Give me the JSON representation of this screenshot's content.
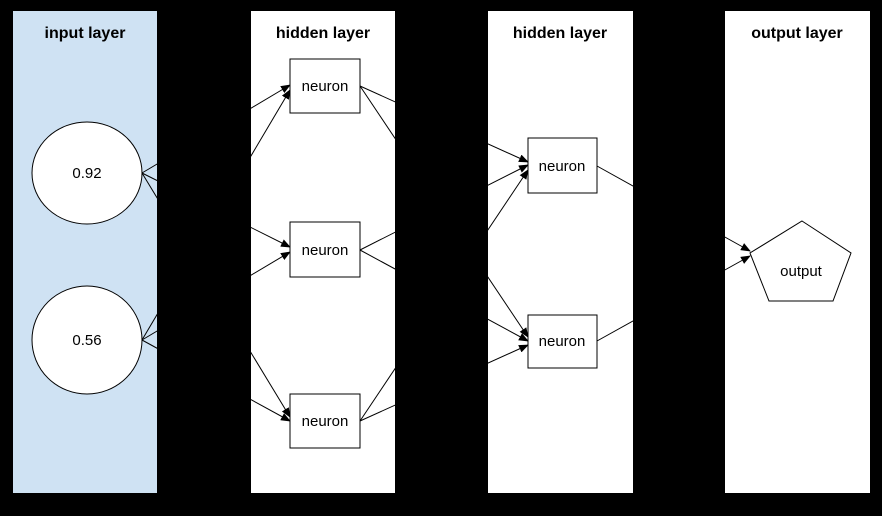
{
  "diagram": {
    "background": "#000000",
    "edge_color": "#000000",
    "node_fill": "#ffffff",
    "layers": [
      {
        "title": "input layer",
        "bg": "#cfe2f3",
        "nodes": [
          {
            "shape": "circle",
            "label": "0.92"
          },
          {
            "shape": "circle",
            "label": "0.56"
          }
        ]
      },
      {
        "title": "hidden layer",
        "bg": "#ffffff",
        "nodes": [
          {
            "shape": "rectangle",
            "label": "neuron"
          },
          {
            "shape": "rectangle",
            "label": "neuron"
          },
          {
            "shape": "rectangle",
            "label": "neuron"
          }
        ]
      },
      {
        "title": "hidden layer",
        "bg": "#ffffff",
        "nodes": [
          {
            "shape": "rectangle",
            "label": "neuron"
          },
          {
            "shape": "rectangle",
            "label": "neuron"
          }
        ]
      },
      {
        "title": "output layer",
        "bg": "#ffffff",
        "nodes": [
          {
            "shape": "pentagon",
            "label": "output"
          }
        ]
      }
    ],
    "connections": [
      {
        "from": "input-node-1",
        "to": "hidden1-neuron-1"
      },
      {
        "from": "input-node-1",
        "to": "hidden1-neuron-2"
      },
      {
        "from": "input-node-1",
        "to": "hidden1-neuron-3"
      },
      {
        "from": "input-node-2",
        "to": "hidden1-neuron-1"
      },
      {
        "from": "input-node-2",
        "to": "hidden1-neuron-2"
      },
      {
        "from": "input-node-2",
        "to": "hidden1-neuron-3"
      },
      {
        "from": "hidden1-neuron-1",
        "to": "hidden2-neuron-1"
      },
      {
        "from": "hidden1-neuron-1",
        "to": "hidden2-neuron-2"
      },
      {
        "from": "hidden1-neuron-2",
        "to": "hidden2-neuron-1"
      },
      {
        "from": "hidden1-neuron-2",
        "to": "hidden2-neuron-2"
      },
      {
        "from": "hidden1-neuron-3",
        "to": "hidden2-neuron-1"
      },
      {
        "from": "hidden1-neuron-3",
        "to": "hidden2-neuron-2"
      },
      {
        "from": "hidden2-neuron-1",
        "to": "output-node"
      },
      {
        "from": "hidden2-neuron-2",
        "to": "output-node"
      }
    ]
  }
}
